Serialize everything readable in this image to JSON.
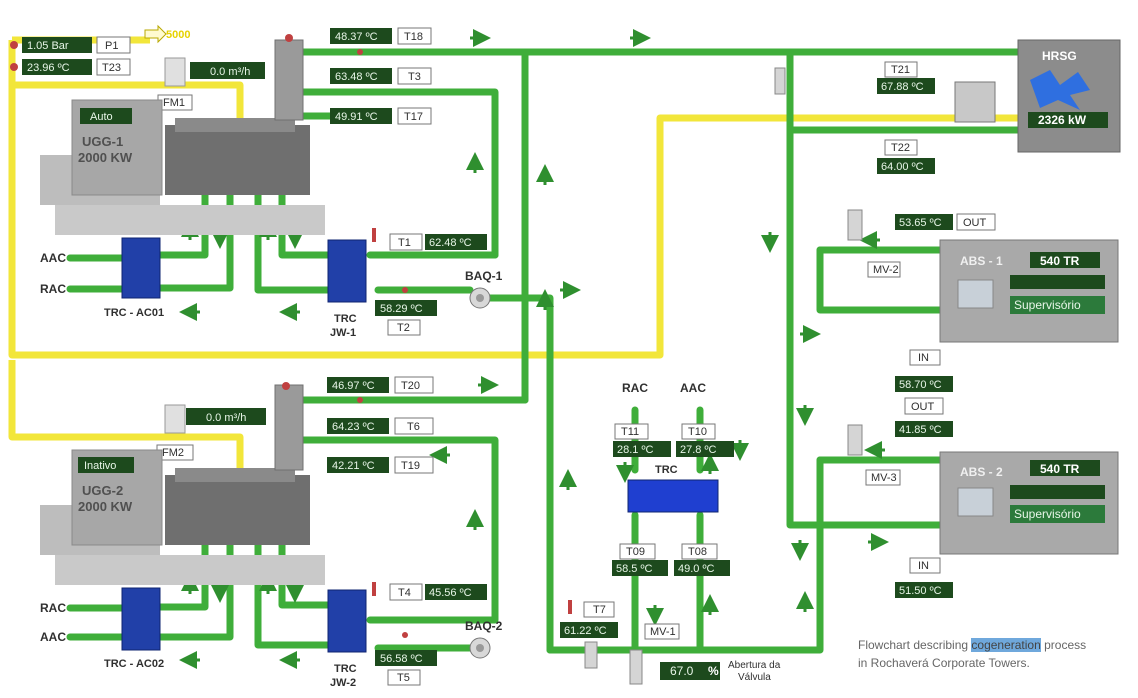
{
  "colors": {
    "pipe_green": "#3fae3a",
    "pipe_yellow": "#f2e63a",
    "display_bg": "#1d4a1d",
    "display_text": "#e8f6e8",
    "arrow": "#2f8f2f"
  },
  "top_marker": "5000",
  "p1": {
    "value": "1.05 Bar",
    "tag": "P1"
  },
  "t23": {
    "value": "23.96 ºC",
    "tag": "T23"
  },
  "fm1": {
    "flow": "0.0  m³/h",
    "tag": "FM1"
  },
  "ugg1": {
    "mode": "Auto",
    "name": "UGG-1",
    "power": "2000 KW"
  },
  "t18": {
    "value": "48.37 ºC",
    "tag": "T18"
  },
  "t3": {
    "value": "63.48 ºC",
    "tag": "T3"
  },
  "t17": {
    "value": "49.91 ºC",
    "tag": "T17"
  },
  "t1": {
    "value": "62.48 ºC",
    "tag": "T1"
  },
  "t2": {
    "value": "58.29 ºC",
    "tag": "T2"
  },
  "trc_ac01": {
    "label": "TRC - AC01",
    "aac": "AAC",
    "rac": "RAC"
  },
  "trc_jw1": {
    "label1": "TRC",
    "label2": "JW-1"
  },
  "baq1": "BAQ-1",
  "hrsg": {
    "label": "HRSG",
    "power": "2326 kW"
  },
  "t21": {
    "value": "67.88 ºC",
    "tag": "T21"
  },
  "t22": {
    "value": "64.00 ºC",
    "tag": "T22"
  },
  "abs1": {
    "name": "ABS - 1",
    "capacity": "540 TR",
    "status": "Supervisório",
    "mv": "MV-2",
    "out_value": "53.65 ºC",
    "out_tag": "OUT",
    "in_tag": "IN",
    "in_value": "58.70 ºC"
  },
  "abs2": {
    "name": "ABS - 2",
    "capacity": "540 TR",
    "status": "Supervisório",
    "mv": "MV-3",
    "out_tag": "OUT",
    "out_value": "41.85 ºC",
    "in_tag": "IN",
    "in_value": "51.50 ºC"
  },
  "fm2": {
    "flow": "0.0  m³/h",
    "tag": "FM2"
  },
  "ugg2": {
    "mode": "Inativo",
    "name": "UGG-2",
    "power": "2000 KW"
  },
  "t20": {
    "value": "46.97 ºC",
    "tag": "T20"
  },
  "t6": {
    "value": "64.23 ºC",
    "tag": "T6"
  },
  "t19": {
    "value": "42.21 ºC",
    "tag": "T19"
  },
  "t4": {
    "value": "45.56 ºC",
    "tag": "T4"
  },
  "t5": {
    "value": "56.58 ºC",
    "tag": "T5"
  },
  "trc_ac02": {
    "label": "TRC - AC02",
    "rac": "RAC",
    "aac": "AAC"
  },
  "trc_jw2": {
    "label1": "TRC",
    "label2": "JW-2"
  },
  "baq2": "BAQ-2",
  "center_trc": {
    "rac": "RAC",
    "aac": "AAC",
    "t11_tag": "T11",
    "t11": "28.1 ºC",
    "t10_tag": "T10",
    "t10": "27.8 ºC",
    "label": "TRC",
    "t09_tag": "T09",
    "t09": "58.5 ºC",
    "t08_tag": "T08",
    "t08": "49.0 ºC"
  },
  "t7": {
    "tag": "T7",
    "value": "61.22 ºC"
  },
  "mv1": "MV-1",
  "valve": {
    "value": "67.0",
    "unit": "%",
    "label1": "Abertura da",
    "label2": "Válvula"
  },
  "caption": {
    "before": "Flowchart describing ",
    "highlight": "cogeneration",
    "after": " process",
    "line2": "in Rochaverá Corporate Towers."
  }
}
